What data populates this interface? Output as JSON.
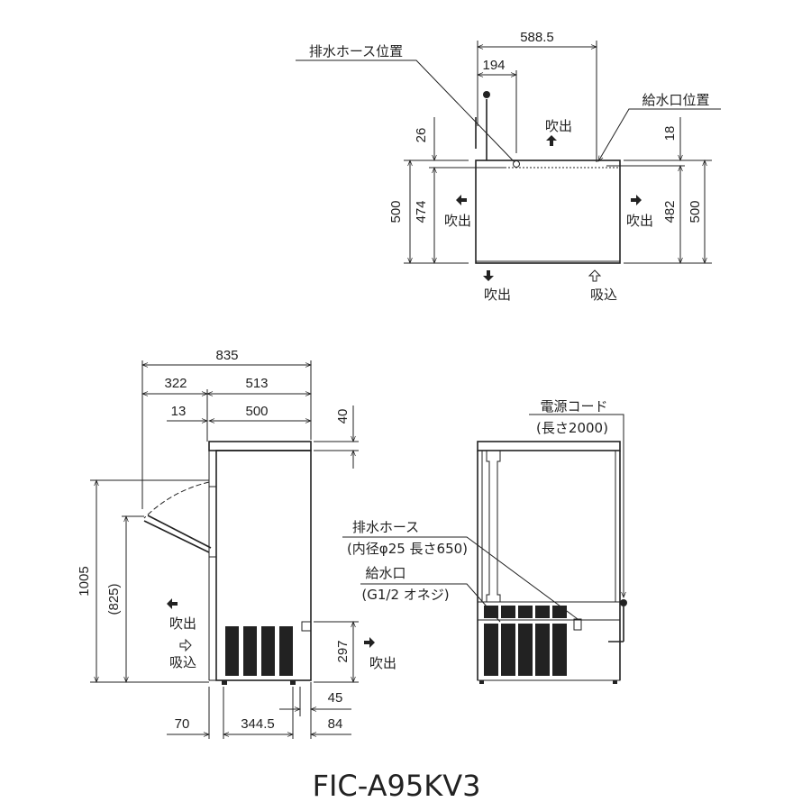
{
  "top_view": {
    "drain_label": "排水ホース位置",
    "water_label": "給水口位置",
    "dim_width_total": "588.5",
    "dim_drain_offset": "194",
    "dim_top_left": "26",
    "dim_top_right": "18",
    "dim_left_outer": "500",
    "dim_left_inner": "474",
    "dim_right_inner": "482",
    "dim_right_outer": "500",
    "air_top": "吹出",
    "air_left": "吹出",
    "air_right": "吹出",
    "air_bottom": "吹出",
    "air_intake": "吸込"
  },
  "side_view": {
    "dim_total_depth": "835",
    "dim_door": "322",
    "dim_body": "513",
    "dim_13": "13",
    "dim_500": "500",
    "dim_40": "40",
    "dim_height": "1005",
    "dim_door_height": "(825)",
    "dim_297": "297",
    "dim_45": "45",
    "dim_70": "70",
    "dim_344": "344.5",
    "dim_84": "84",
    "air_out_left": "吹出",
    "air_in_left": "吸込",
    "air_out_right": "吹出"
  },
  "front_view": {
    "power_label": "電源コード",
    "power_sub": "(長さ2000)",
    "drain_label": "排水ホース",
    "drain_sub": "(内径φ25 長さ650)",
    "water_label": "給水口",
    "water_sub": "(G1/2 オネジ)"
  },
  "model": "FIC-A95KV3"
}
